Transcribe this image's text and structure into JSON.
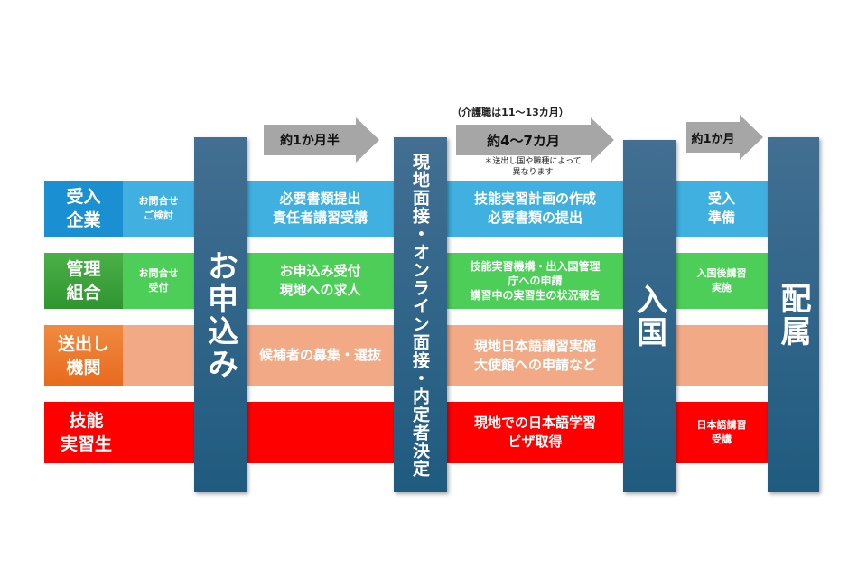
{
  "arrows": [
    {
      "label": "約1か月半"
    },
    {
      "label": "約4〜7カ月",
      "above": "（介護職は11〜13カ月）",
      "below": "＊送出し国や職種によって\n異なります"
    },
    {
      "label": "約1か月"
    }
  ],
  "pillars": [
    "お申込み",
    "現地面接・オンライン面接・内定者決定",
    "入国",
    "配属"
  ],
  "rows": [
    {
      "label": "受入\n企業",
      "c1": "お問合せ\nご検討",
      "c2": "必要書類提出\n責任者講習受講",
      "c3": "技能実習計画の作成\n必要書類の提出",
      "c4": "受入\n準備"
    },
    {
      "label": "管理\n組合",
      "c1": "お問合せ\n受付",
      "c2": "お申込み受付\n現地への求人",
      "c3": "技能実習機構・出入国管理\n庁への申請\n講習中の実習生の状況報告",
      "c4": "入国後講習\n実施"
    },
    {
      "label": "送出し\n機関",
      "c1": "",
      "c2": "候補者の募集・選抜",
      "c3": "現地日本語講習実施\n大使館への申請など",
      "c4": ""
    },
    {
      "label": "技能\n実習生",
      "c1": "",
      "c2": "",
      "c3": "現地での日本語学習\nビザ取得",
      "c4": "日本語講習\n受講"
    }
  ],
  "colors": {
    "row1_label": "#1a8fd2",
    "row1_cell": "#3fb0e0",
    "row2_label": "#3aa03a",
    "row2_cell": "#4cce58",
    "row3_label": "#ee762a",
    "row3_cell": "#f2aa86",
    "row4": "#ff0000",
    "pillar": "#2a6386",
    "arrow": "#a6a6a6"
  }
}
